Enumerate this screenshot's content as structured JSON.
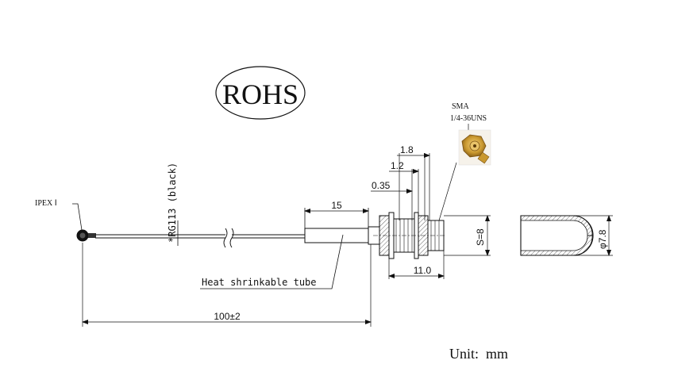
{
  "compliance_mark": "ROHS",
  "connector_end": {
    "label": "IPEX Ⅰ"
  },
  "cable": {
    "label": "*RG113 (black)"
  },
  "sma_connector": {
    "type_label": "SMA",
    "thread_label": "1/4-36UNS"
  },
  "dimensions": {
    "flange_1": "1.8",
    "flange_2": "1.2",
    "flange_3": "0.35",
    "tube_length": "15",
    "hex_size": "S=8",
    "body_length": "11.0",
    "total_length": "100±2",
    "cap_diameter": "φ7.8"
  },
  "heat_shrink_tube": {
    "label": "Heat shrinkable tube"
  },
  "units": {
    "label": "Unit:  mm"
  },
  "colors": {
    "line": "#111111",
    "gold": "#c9982f",
    "gold_dark": "#8a6118",
    "hatch": "#666666"
  }
}
